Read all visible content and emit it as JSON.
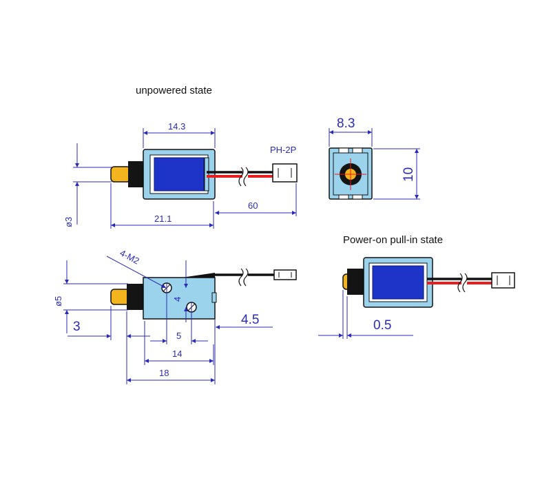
{
  "titles": {
    "unpowered": "unpowered state",
    "power_on": "Power-on pull-in state"
  },
  "connector": "PH-2P",
  "dimensions": {
    "top_width": "14.3",
    "plunger_dia": "ø3",
    "overall_length": "21.1",
    "wire_length": "60",
    "end_width": "8.3",
    "end_height": "10",
    "thread_spec": "4-M2",
    "shaft_dia": "ø5",
    "stroke": "3",
    "hole_offset_vertical": "4",
    "hole_offset_horizontal": "5",
    "side_gap": "4.5",
    "hole_spacing": "14",
    "body_length": "18",
    "pulled_gap": "0.5"
  },
  "colors": {
    "frame": "#9cd3ec",
    "coil": "#1e34c8",
    "plunger": "#f4b41e",
    "collar": "#141414",
    "wire_red": "#e81d1d",
    "wire_black": "#111111",
    "dimension": "#2a2ab8"
  }
}
